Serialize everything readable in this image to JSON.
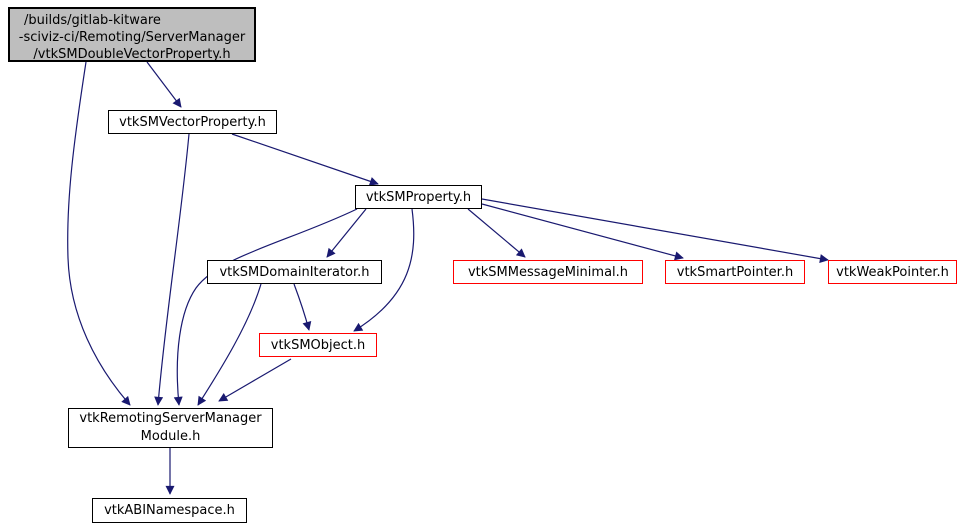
{
  "diagram": {
    "type": "include-dependency-graph",
    "colors": {
      "background": "#ffffff",
      "edge": "#191970",
      "node_border": "#000000",
      "node_fill": "#ffffff",
      "highlight_border": "#ff0000",
      "root_fill": "#bebebe",
      "text": "#000000"
    },
    "nodes": {
      "root": {
        "line1": "/builds/gitlab-kitware",
        "line2": "-sciviz-ci/Remoting/ServerManager",
        "line3": "/vtkSMDoubleVectorProperty.h"
      },
      "vector_property": {
        "label": "vtkSMVectorProperty.h"
      },
      "sm_property": {
        "label": "vtkSMProperty.h"
      },
      "domain_iterator": {
        "label": "vtkSMDomainIterator.h"
      },
      "message_minimal": {
        "label": "vtkSMMessageMinimal.h"
      },
      "smart_pointer": {
        "label": "vtkSmartPointer.h"
      },
      "weak_pointer": {
        "label": "vtkWeakPointer.h"
      },
      "sm_object": {
        "label": "vtkSMObject.h"
      },
      "remoting_module": {
        "line1": "vtkRemotingServerManager",
        "line2": "Module.h"
      },
      "abi_namespace": {
        "label": "vtkABINamespace.h"
      }
    },
    "edges": [
      {
        "from": "root",
        "to": "vector_property"
      },
      {
        "from": "root",
        "to": "remoting_module"
      },
      {
        "from": "vector_property",
        "to": "sm_property"
      },
      {
        "from": "vector_property",
        "to": "remoting_module"
      },
      {
        "from": "sm_property",
        "to": "domain_iterator"
      },
      {
        "from": "sm_property",
        "to": "remoting_module"
      },
      {
        "from": "sm_property",
        "to": "sm_object"
      },
      {
        "from": "sm_property",
        "to": "message_minimal"
      },
      {
        "from": "sm_property",
        "to": "smart_pointer"
      },
      {
        "from": "sm_property",
        "to": "weak_pointer"
      },
      {
        "from": "domain_iterator",
        "to": "sm_object"
      },
      {
        "from": "domain_iterator",
        "to": "remoting_module"
      },
      {
        "from": "sm_object",
        "to": "remoting_module"
      },
      {
        "from": "remoting_module",
        "to": "abi_namespace"
      }
    ]
  }
}
